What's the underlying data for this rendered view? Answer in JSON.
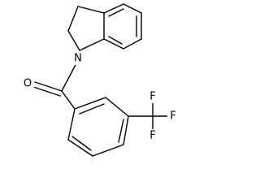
{
  "molecule": {
    "atoms": {
      "nitrogen": "N",
      "oxygen": "O",
      "fluorine_1": "F",
      "fluorine_2": "F",
      "fluorine_3": "F"
    }
  },
  "colors": {
    "bond": "#000000",
    "label": "#000000",
    "background": "#ffffff"
  }
}
